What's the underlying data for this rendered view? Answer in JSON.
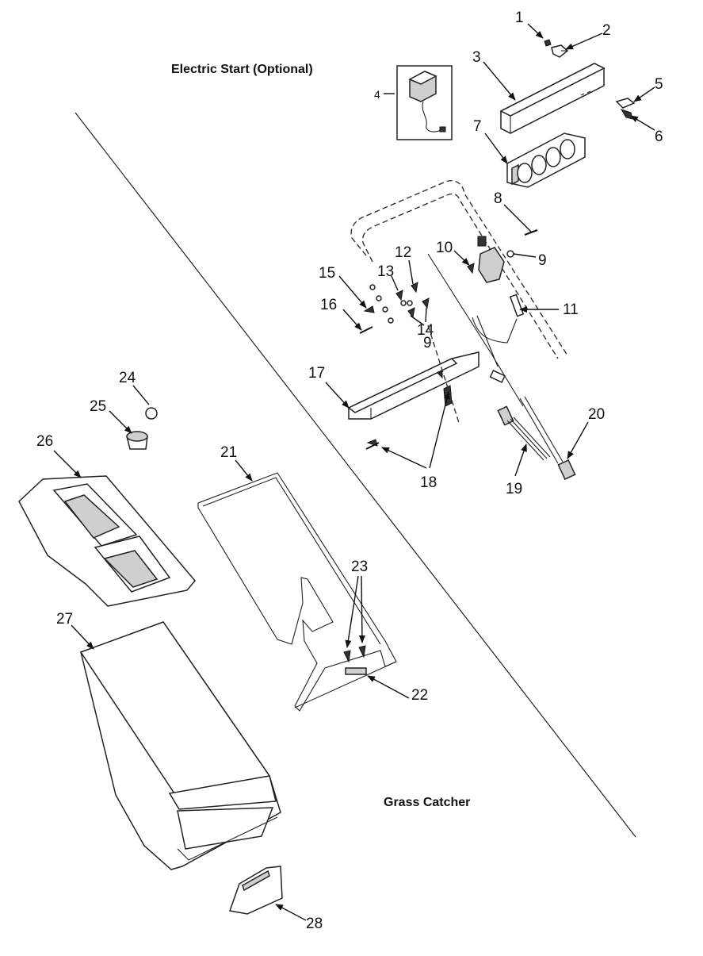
{
  "sections": {
    "electric_start": "Electric Start (Optional)",
    "grass_catcher": "Grass Catcher"
  },
  "callouts": [
    "1",
    "2",
    "3",
    "4",
    "5",
    "6",
    "7",
    "8",
    "9",
    "10",
    "11",
    "12",
    "13",
    "14",
    "15",
    "16",
    "9",
    "17",
    "18",
    "19",
    "20",
    "21",
    "22",
    "23",
    "24",
    "25",
    "26",
    "27",
    "28"
  ]
}
